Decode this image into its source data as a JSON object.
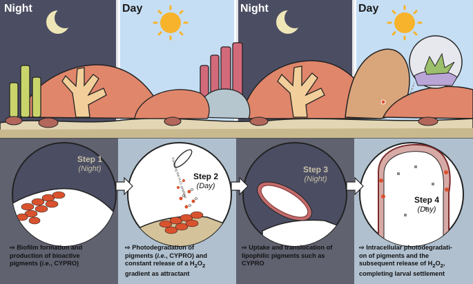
{
  "panels": [
    {
      "period": "Night"
    },
    {
      "period": "Day"
    },
    {
      "period": "Night"
    },
    {
      "period": "Day"
    }
  ],
  "steps": [
    {
      "title": "Step 1",
      "subtitle": "(Night)"
    },
    {
      "title": "Step 2",
      "subtitle": "(Day)"
    },
    {
      "title": "Step 3",
      "subtitle": "(Night)"
    },
    {
      "title": "Step 4",
      "subtitle": "(Day)"
    }
  ],
  "captions": [
    {
      "arrow": "⇨",
      "line1": "Biofilm formation and",
      "line2": "production of bioactive",
      "line3a": "pigments (",
      "line3b": "i.e.",
      "line3c": ", CYPRO)"
    },
    {
      "arrow": "⇨",
      "line1": "Photodegradation of",
      "line2a": "pigments (",
      "line2b": "i.e.",
      "line2c": ", CYPRO) and",
      "line3": "constant release of a H",
      "line3sub": "2",
      "line3b": "O",
      "line3sub2": "2",
      "line4": "gradient as attractant"
    },
    {
      "arrow": "⇨",
      "line1": "Uptake and translocation of",
      "line2": "lipophilic pigments such as",
      "line3": "CYPRO"
    },
    {
      "arrow": "⇨",
      "line1": "Intracellular photodegradati-",
      "line2": "on of pigments and the",
      "line3a": "subsequent release of H",
      "line3sub": "2",
      "line3b": "O",
      "line3sub2": "2",
      "line3c": ",",
      "line4": "completing larval settlement"
    }
  ],
  "annotations": {
    "swimming_larva": "Following the H₂O₂ gradient"
  },
  "colors": {
    "night_sky": "#4b4e63",
    "day_sky": "#c5def4",
    "coral": "#e0866b",
    "pigment": "#d9522e",
    "sun": "#f7b32b",
    "moon": "#efe6b8"
  }
}
